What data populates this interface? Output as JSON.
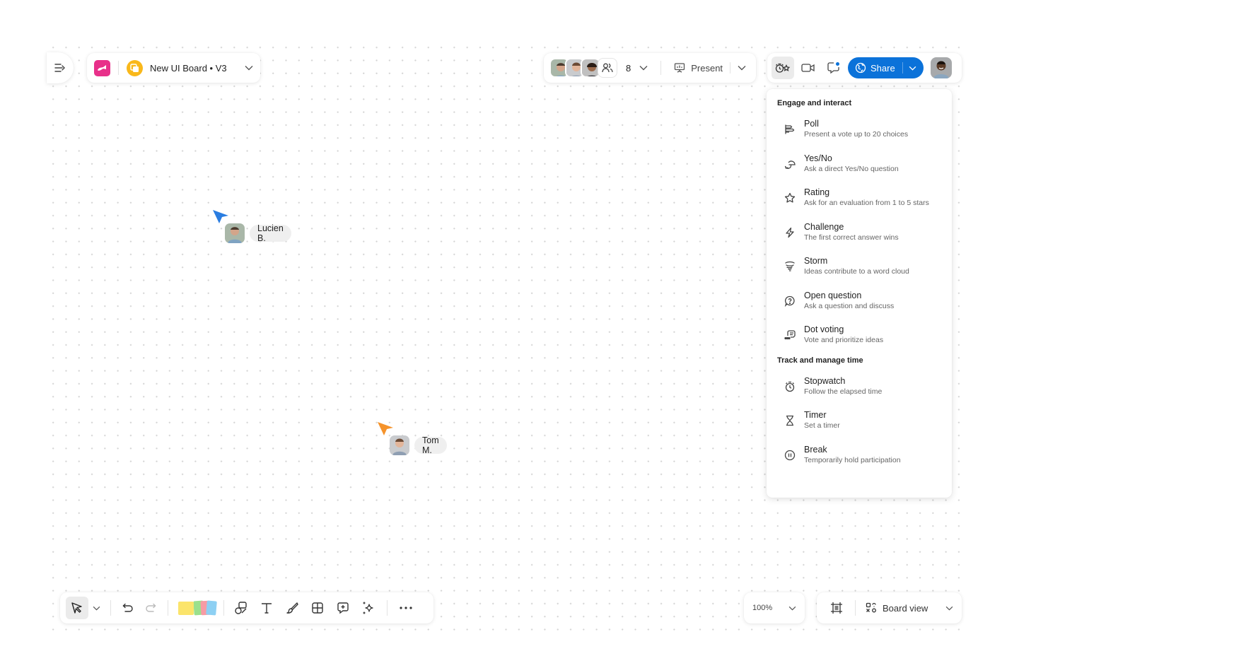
{
  "board": {
    "title": "New UI Board • V3",
    "brand_color": "#e8308a",
    "board_icon_color": "#f9b81b"
  },
  "collaborators": {
    "count": "8",
    "present_label": "Present"
  },
  "header": {
    "share_label": "Share",
    "share_color": "#0b72d9"
  },
  "cursors": [
    {
      "name": "Lucien B.",
      "color": "#2a7de1"
    },
    {
      "name": "Tom M.",
      "color": "#f5932b"
    }
  ],
  "menu": {
    "sections": [
      {
        "title": "Engage and interact",
        "items": [
          {
            "icon": "poll-icon",
            "title": "Poll",
            "desc": "Present a vote up to 20 choices"
          },
          {
            "icon": "yes-no-icon",
            "title": "Yes/No",
            "desc": "Ask a direct Yes/No question"
          },
          {
            "icon": "star-icon",
            "title": "Rating",
            "desc": "Ask for an evaluation from 1 to 5 stars"
          },
          {
            "icon": "lightning-icon",
            "title": "Challenge",
            "desc": "The first correct answer wins"
          },
          {
            "icon": "tornado-icon",
            "title": "Storm",
            "desc": "Ideas contribute to a word cloud"
          },
          {
            "icon": "question-bubble-icon",
            "title": "Open question",
            "desc": "Ask a question and discuss"
          },
          {
            "icon": "dot-voting-icon",
            "title": "Dot voting",
            "desc": "Vote and prioritize ideas"
          }
        ]
      },
      {
        "title": "Track and manage time",
        "items": [
          {
            "icon": "stopwatch-icon",
            "title": "Stopwatch",
            "desc": "Follow the elapsed time"
          },
          {
            "icon": "hourglass-icon",
            "title": "Timer",
            "desc": "Set a timer"
          },
          {
            "icon": "pause-icon",
            "title": "Break",
            "desc": "Temporarily hold participation"
          }
        ]
      }
    ]
  },
  "footer": {
    "zoom_level": "100%",
    "view_label": "Board view"
  }
}
